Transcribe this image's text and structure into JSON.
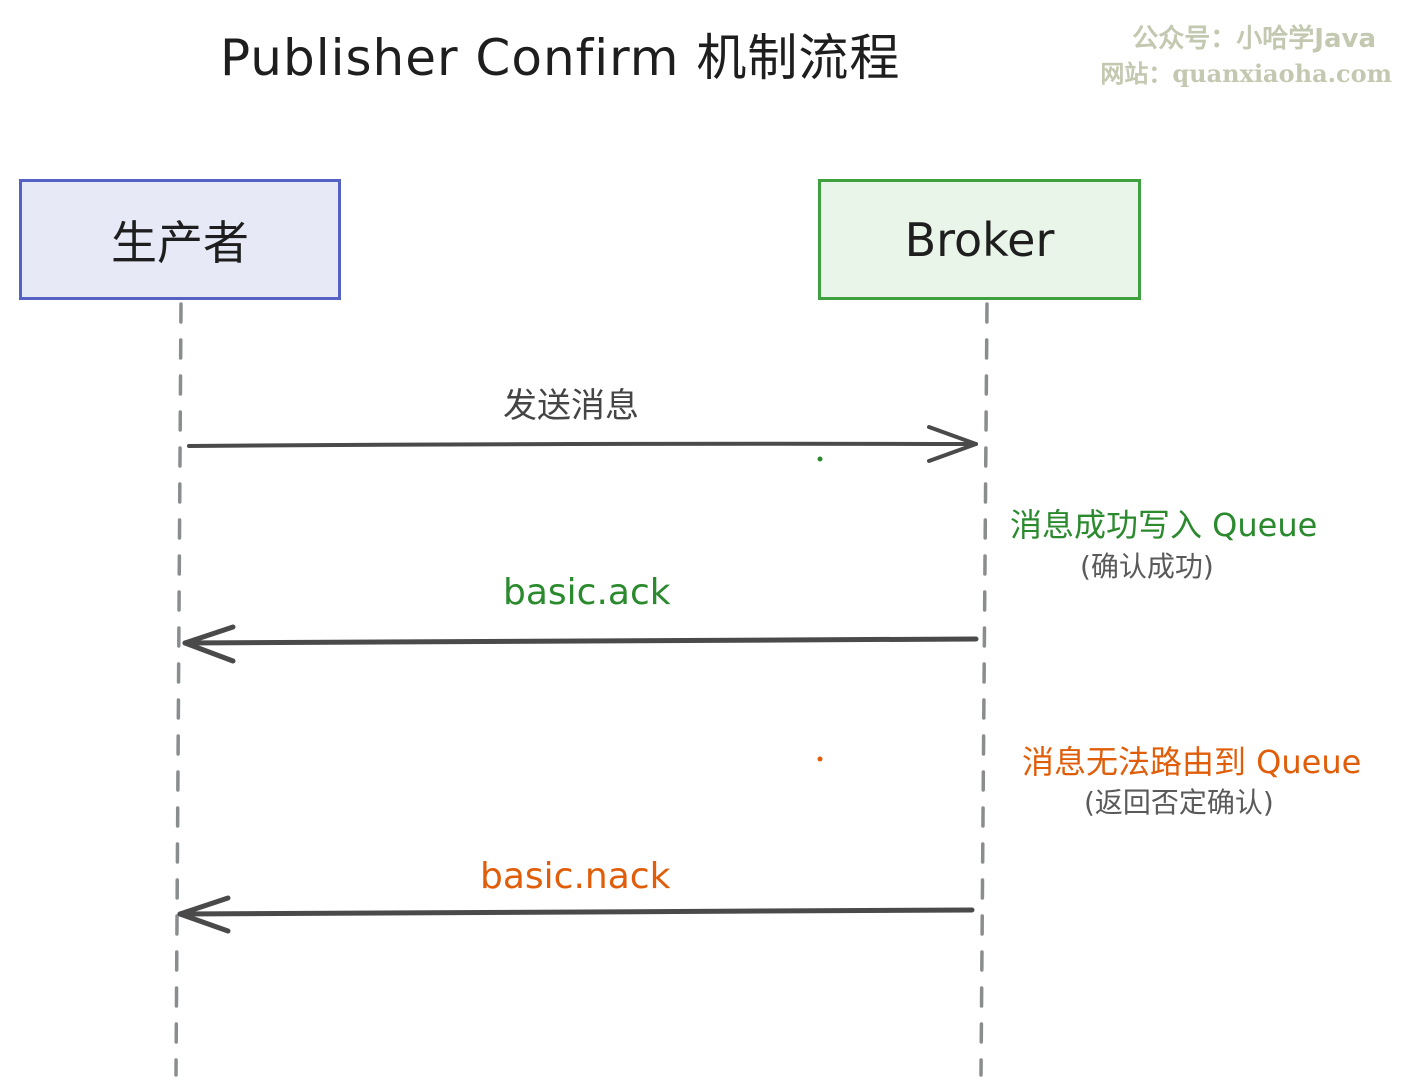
{
  "diagram": {
    "title": "Publisher Confirm 机制流程",
    "watermark": {
      "line1": "公众号：小哈学Java",
      "line2": "网站：quanxiaoha.com"
    },
    "actors": [
      {
        "id": "producer",
        "label": "生产者",
        "fill": "#e7e9f7",
        "stroke": "#5661c4"
      },
      {
        "id": "broker",
        "label": "Broker",
        "fill": "#e8f5e8",
        "stroke": "#3ea03f"
      }
    ],
    "messages": [
      {
        "from": "producer",
        "to": "broker",
        "label": "发送消息",
        "color": "#454545"
      },
      {
        "from": "broker",
        "to": "producer",
        "label": "basic.ack",
        "color": "#2b8a2e"
      },
      {
        "from": "broker",
        "to": "producer",
        "label": "basic.nack",
        "color": "#e05e0a"
      }
    ],
    "notes": [
      {
        "title": "消息成功写入 Queue",
        "subtitle": "(确认成功)",
        "color": "#2b8a2e"
      },
      {
        "title": "消息无法路由到 Queue",
        "subtitle": "(返回否定确认)",
        "color": "#e05e0a"
      }
    ],
    "colors": {
      "lifeline": "#8a8d8e",
      "arrow": "#4a4a4a"
    }
  }
}
